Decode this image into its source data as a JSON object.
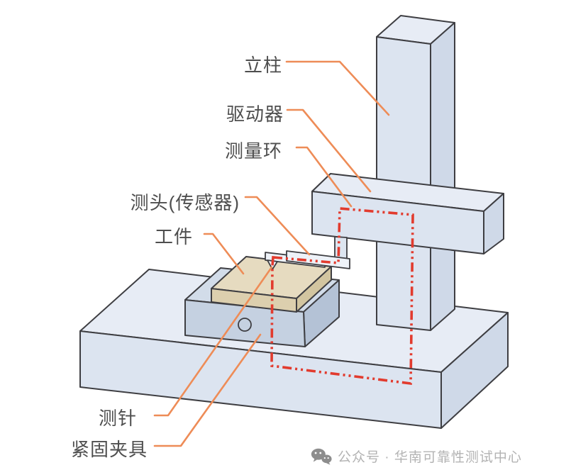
{
  "callouts": {
    "column": "立柱",
    "driver": "驱动器",
    "measuring_loop": "测量环",
    "probe_sensor": "测头(传感器)",
    "workpiece": "工件",
    "stylus": "测针",
    "clamping_fixture": "紧固夹具"
  },
  "watermark": {
    "icon": "wechat-icon",
    "text": "公众号 · 华南可靠性测试中心"
  },
  "colors": {
    "leader_line": "#ee8c57",
    "loop_line": "#e23b2e",
    "outline": "#3e3e42",
    "machine_light": "#dce4f0",
    "machine_top": "#e7ecf5",
    "machine_side": "#cfd9e8",
    "fixture_front": "#c5d1e1",
    "fixture_side": "#b4c2d6",
    "fixture_top": "#d2dce9",
    "workpiece_top": "#e6dbc0",
    "workpiece_front": "#dccfae",
    "workpiece_side": "#d2c5a0",
    "label_text": "#4e4e4e",
    "watermark_text": "#a6a6a6",
    "watermark_icon": "#7a7a7a"
  }
}
